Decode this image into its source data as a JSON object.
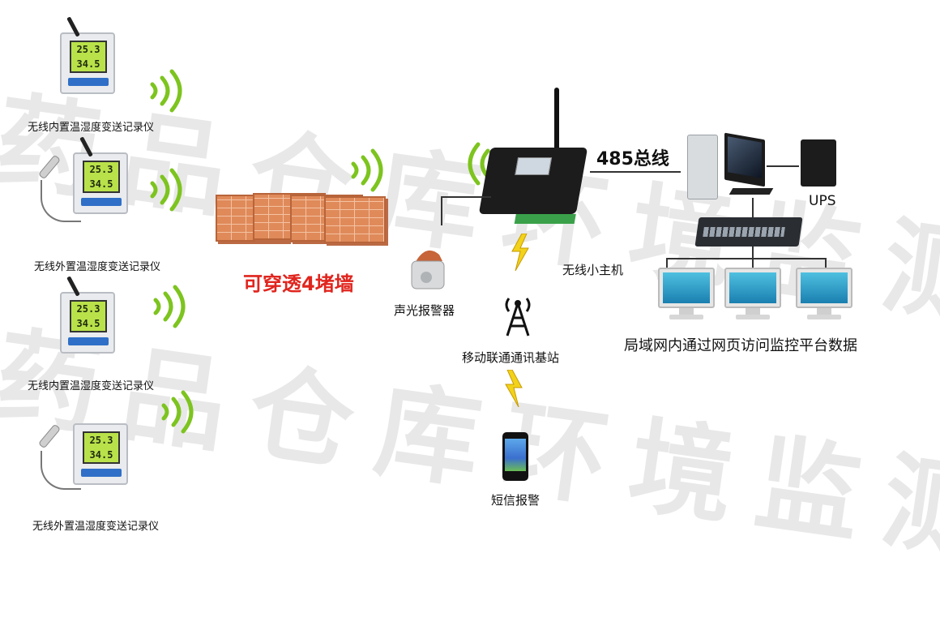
{
  "watermark": {
    "row1": "药品仓库环境监测",
    "row2": "药品仓库环境监测"
  },
  "devices": [
    {
      "label": "无线内置温湿度变送记录仪",
      "temp": "25.3",
      "hum": "34.5"
    },
    {
      "label": "无线外置温湿度变送记录仪",
      "temp": "25.3",
      "hum": "34.5"
    },
    {
      "label": "无线内置温湿度变送记录仪",
      "temp": "25.3",
      "hum": "34.5"
    },
    {
      "label": "无线外置温湿度变送记录仪",
      "temp": "25.3",
      "hum": "34.5"
    }
  ],
  "wall_label": "可穿透4堵墙",
  "host_label": "无线小主机",
  "bus_label": "485总线",
  "ups_label": "UPS",
  "alarm_label": "声光报警器",
  "base_station_label": "移动联通通讯基站",
  "sms_label": "短信报警",
  "lan_label": "局域网内通过网页访问监控平台数据",
  "colors": {
    "wall_text": "#e0251e",
    "signal": "#7dc41f",
    "lightning": "#f2d21a"
  },
  "icons": [
    "antenna-icon",
    "wifi-signal-icon",
    "lightning-icon",
    "tower-icon",
    "phone-icon",
    "siren-icon",
    "computer-icon",
    "switch-icon",
    "monitor-icon",
    "ups-icon"
  ]
}
